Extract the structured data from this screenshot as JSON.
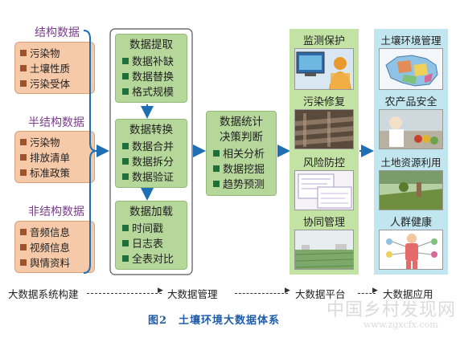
{
  "sources": [
    {
      "title": "结构数据",
      "items": [
        "污染物",
        "土壤性质",
        "污染受体"
      ]
    },
    {
      "title": "半结构数据",
      "items": [
        "污染物",
        "排放清单",
        "标准政策"
      ]
    },
    {
      "title": "非结构数据",
      "items": [
        "音频信息",
        "视频信息",
        "舆情资料"
      ]
    }
  ],
  "management": [
    {
      "title": "数据提取",
      "items": [
        "数据补缺",
        "数据替换",
        "格式规模"
      ]
    },
    {
      "title": "数据转换",
      "items": [
        "数据合并",
        "数据拆分",
        "数据验证"
      ]
    },
    {
      "title": "数据加载",
      "items": [
        "时间戳",
        "日志表",
        "全表对比"
      ]
    }
  ],
  "analysis": {
    "title_line1": "数据统计",
    "title_line2": "决策判断",
    "items": [
      "相关分析",
      "数据挖掘",
      "趋势预测"
    ]
  },
  "platform": [
    "监测保护",
    "污染修复",
    "风险防控",
    "协同管理"
  ],
  "applications": [
    "土壤环境管理",
    "农产品安全",
    "土地资源利用",
    "人群健康"
  ],
  "bottom": [
    "大数据系统构建",
    "大数据管理",
    "大数据平台",
    "大数据应用"
  ],
  "caption": "图2　土壤环境大数据体系",
  "watermark": {
    "main": "中国乡村发现网",
    "url": "www.zgxcfx.com"
  },
  "colors": {
    "source_title": "#7a3d8c",
    "source_box": "#f6c9a8",
    "mgmt_box": "#b5d79a",
    "arrow": "#1f6fb5",
    "caption": "#1f5ca8"
  }
}
